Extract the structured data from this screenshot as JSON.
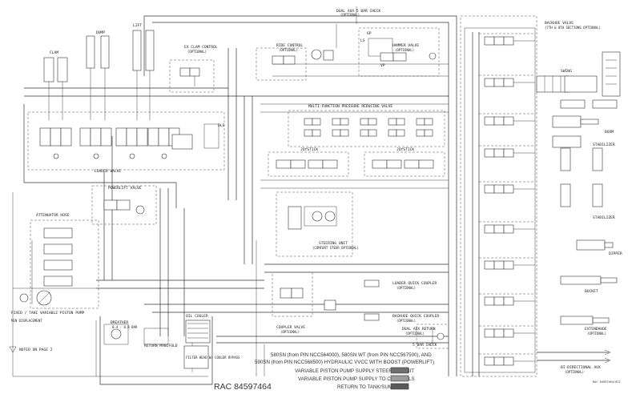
{
  "labels": {
    "dual_aux_5bar": "DUAL AUX 5 BAR CHECK",
    "optional": "(OPTIONAL)",
    "dump": "DUMP",
    "lift": "LIFT",
    "clam": "CLAM",
    "ex_clam": "EX CLAM CONTROL",
    "ex_clam_opt": "(OPTIONAL)",
    "ride_control": "RIDE CONTROL",
    "ride_opt": "(OPTIONAL)",
    "hammer": "HAMMER VALVE",
    "hammer_opt": "(OPTIONAL)",
    "backhoe_valve": "BACKHOE VALVE",
    "backhoe_sections": "(7TH & 8TH SECTIONS OPTIONAL)",
    "swing": "SWING",
    "boom": "BOOM",
    "stabilizer1": "STABILIZER",
    "stabilizer2": "STABILIZER",
    "dipper": "DIPPER",
    "bucket": "BUCKET",
    "extendahoe": "EXTENDAHOE",
    "extendahoe_opt": "(OPTIONAL)",
    "bidir_aux": "BI-DIRECTIONAL AUX",
    "bidir_opt": "(OPTIONAL)",
    "multi_function": "MULTI-FUNCTION PRESSURE REDUCING VALVE",
    "joystick1": "JOYSTICK",
    "joystick2": "JOYSTICK",
    "loader_valve": "LOADER VALVE",
    "powerlift": "POWERLIFT VALVE",
    "attenuator": "ATTENUATOR HOSE",
    "steering_unit": "STEERING UNIT",
    "steering_opt": "(COMFORT STEER OPTIONAL)",
    "loader_coupler": "LOADER QUICK COUPLER",
    "loader_coupler_opt": "(OPTIONAL)",
    "backhoe_coupler": "BACKHOE QUICK COUPLER",
    "backhoe_coupler_opt": "(OPTIONAL)",
    "coupler_valve": "COUPLER VALVE",
    "coupler_valve_opt": "(OPTIONAL)",
    "dual_aux_return": "DUAL AUX RETURN",
    "dual_aux_return_opt": "(OPTIONAL)",
    "five_bar_check": "5 BAR CHECK",
    "oil_cooler": "OIL COOLER",
    "breather": "BREATHER",
    "breather_spec": "0.4 - 0.8 BAR",
    "return_manifold": "RETURN MANIFOLD",
    "filter_head": "FILTER HEAD W/ COOLER BYPASS",
    "pump_title": "FIXED / TAKE VARIABLE PISTON PUMP",
    "pump_sub": "MIN DISPLACEMENT",
    "note": "NOTED ON PAGE 2",
    "sheet_code": "RAC 84597464/012",
    "gp": "GP",
    "ls": "LS",
    "vp": "VP",
    "ols": "OLS"
  },
  "legend": {
    "heading_1": "580SN (from PIN NCC564000), 580SN WT (from PIN NCC567500), AND",
    "heading_2": "590SN (from PIN NCC568500) HYDRAULIC VVCC WITH BOOST (POWERLIFT)",
    "items": [
      {
        "label": "VARIABLE PISTON PUMP SUPPLY STEERING UNIT",
        "color": "#6f6f6f"
      },
      {
        "label": "VARIABLE PISTON PUMP SUPPLY TO CONTROLS",
        "color": "#9c9c9c"
      },
      {
        "label": "RETURN TO TANK/SUMP",
        "color": "#5a5a5a"
      }
    ]
  },
  "doc_number": "RAC 84597464"
}
